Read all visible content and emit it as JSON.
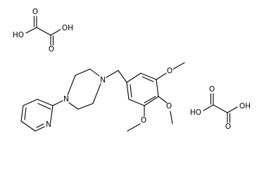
{
  "colors": {
    "bond": "#000000",
    "background": "#ffffff"
  },
  "labels": {
    "oxalic_left": {
      "o_top_left": "O",
      "ho_left": "HO",
      "oh_right": "OH",
      "o_bottom_right": "O"
    },
    "oxalic_right": {
      "o_top_left": "O",
      "ho_left": "HO",
      "oh_right": "OH",
      "o_bottom_right": "O"
    },
    "main": {
      "n_piperazine_top": "N",
      "n_piperazine_bottom": "N",
      "n_pyridine": "N",
      "o_meta_top": "O",
      "o_para": "O",
      "o_meta_bottom": "O"
    }
  }
}
